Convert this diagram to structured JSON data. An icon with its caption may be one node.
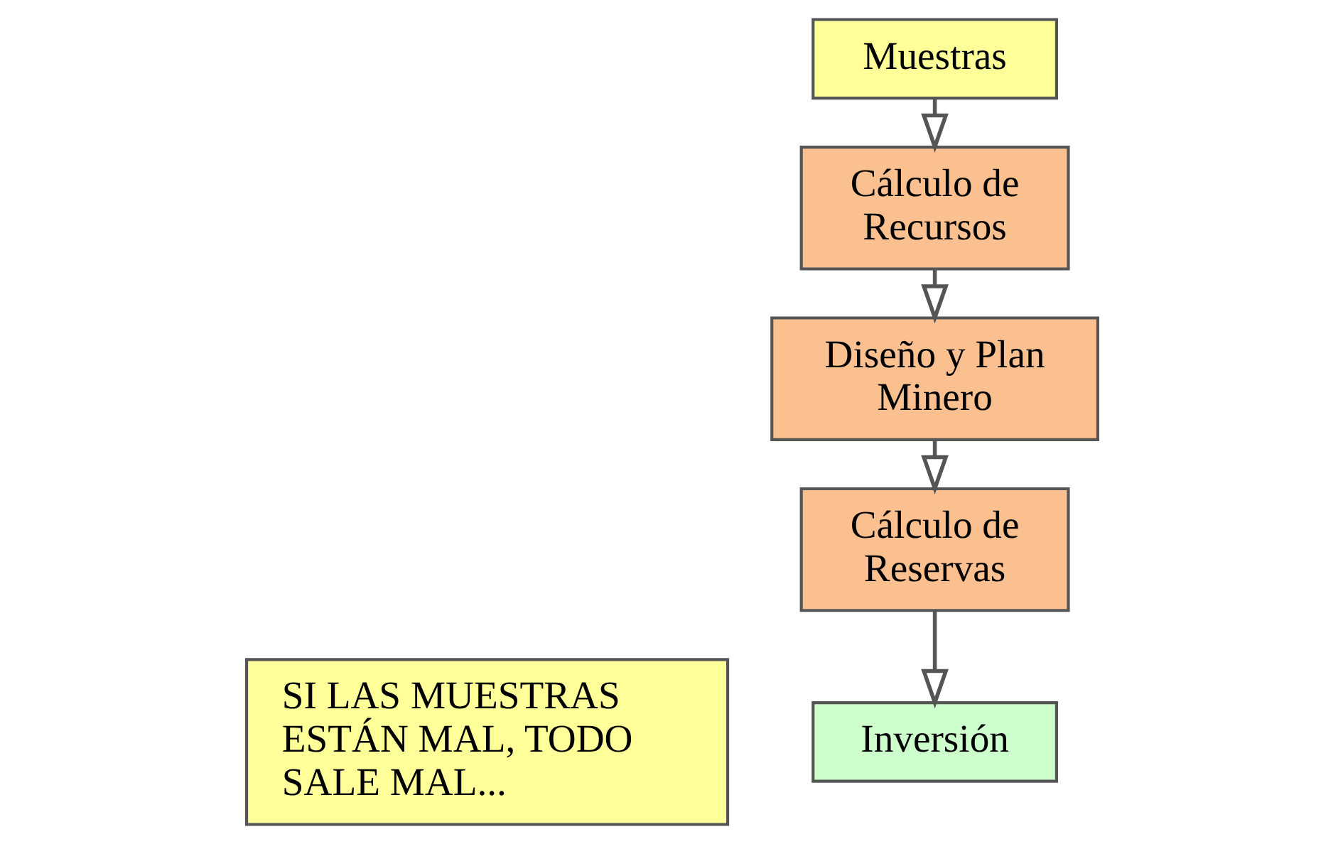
{
  "diagram": {
    "nodes": [
      {
        "text": [
          "Muestras"
        ]
      },
      {
        "text": [
          "Cálculo de Recursos"
        ]
      },
      {
        "text": [
          "Diseño y Plan Minero"
        ]
      },
      {
        "text": [
          "Cálculo de Reservas"
        ]
      },
      {
        "text": [
          "Inversión"
        ]
      },
      {
        "text": [
          "SI LAS MUESTRAS ESTÁN MAL, TODO SALE MAL..."
        ]
      }
    ],
    "edges": [
      {
        "from": 0,
        "to": 1,
        "arrow": "to"
      },
      {
        "from": 1,
        "to": 2,
        "arrow": "to"
      },
      {
        "from": 2,
        "to": 3,
        "arrow": "to"
      },
      {
        "from": 3,
        "to": 4,
        "arrow": "to"
      }
    ]
  }
}
